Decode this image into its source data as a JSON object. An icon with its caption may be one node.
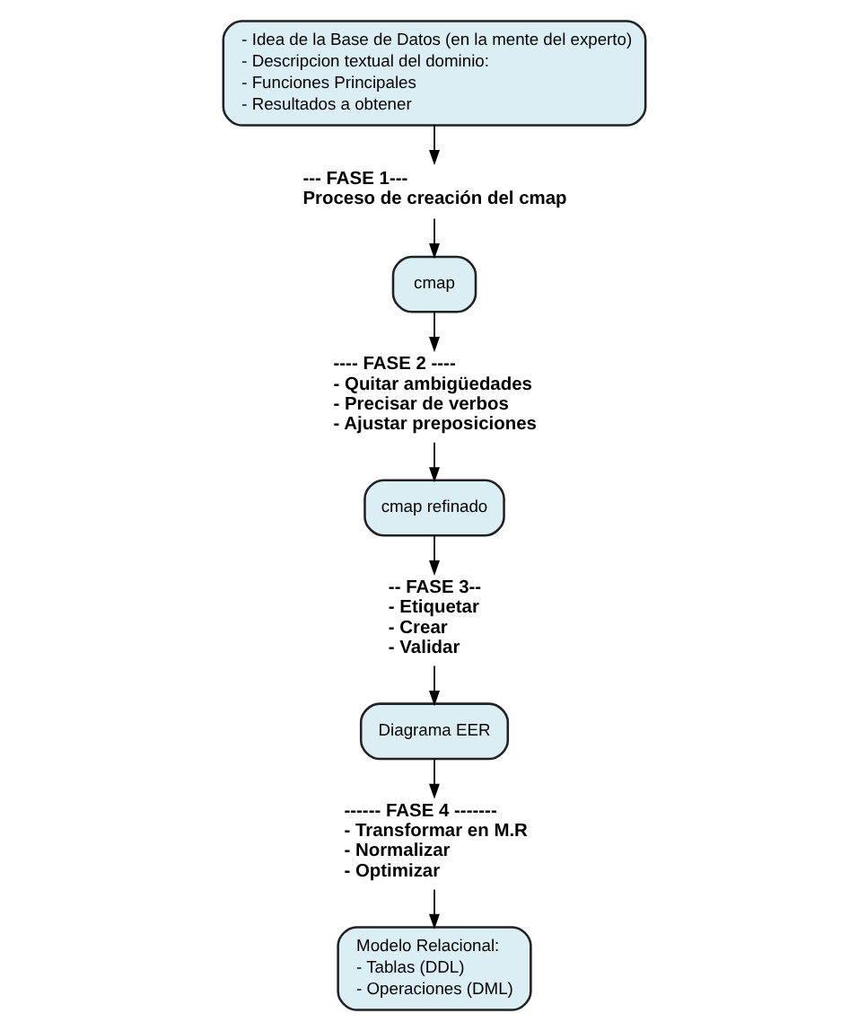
{
  "diagram": {
    "nodes": [
      {
        "text": [
          "- Idea de la Base de Datos (en la mente del experto)",
          "- Descripcion textual del dominio:",
          "- Funciones Principales",
          "- Resultados a obtener"
        ]
      },
      {
        "text": [
          "--- FASE 1---",
          "Proceso de creación del cmap"
        ]
      },
      {
        "text": [
          "cmap"
        ]
      },
      {
        "text": [
          "---- FASE 2 ----",
          "- Quitar ambigüedades",
          "- Precisar de verbos",
          "- Ajustar preposiciones"
        ]
      },
      {
        "text": [
          "cmap refinado"
        ]
      },
      {
        "text": [
          "-- FASE 3--",
          "- Etiquetar",
          "- Crear",
          "- Validar"
        ]
      },
      {
        "text": [
          "Diagrama EER"
        ]
      },
      {
        "text": [
          "------ FASE 4 -------",
          "- Transformar en M.R",
          "- Normalizar",
          "- Optimizar"
        ]
      },
      {
        "text": [
          "Modelo Relacional:",
          "- Tablas (DDL)",
          "- Operaciones (DML)"
        ]
      }
    ],
    "edges": [
      {
        "from": 0,
        "to": 1,
        "arrow": "to"
      },
      {
        "from": 1,
        "to": 2,
        "arrow": "to"
      },
      {
        "from": 2,
        "to": 3,
        "arrow": "to"
      },
      {
        "from": 3,
        "to": 4,
        "arrow": "to"
      },
      {
        "from": 4,
        "to": 5,
        "arrow": "to"
      },
      {
        "from": 5,
        "to": 6,
        "arrow": "to"
      },
      {
        "from": 6,
        "to": 7,
        "arrow": "to"
      },
      {
        "from": 7,
        "to": 8,
        "arrow": "to"
      }
    ]
  }
}
